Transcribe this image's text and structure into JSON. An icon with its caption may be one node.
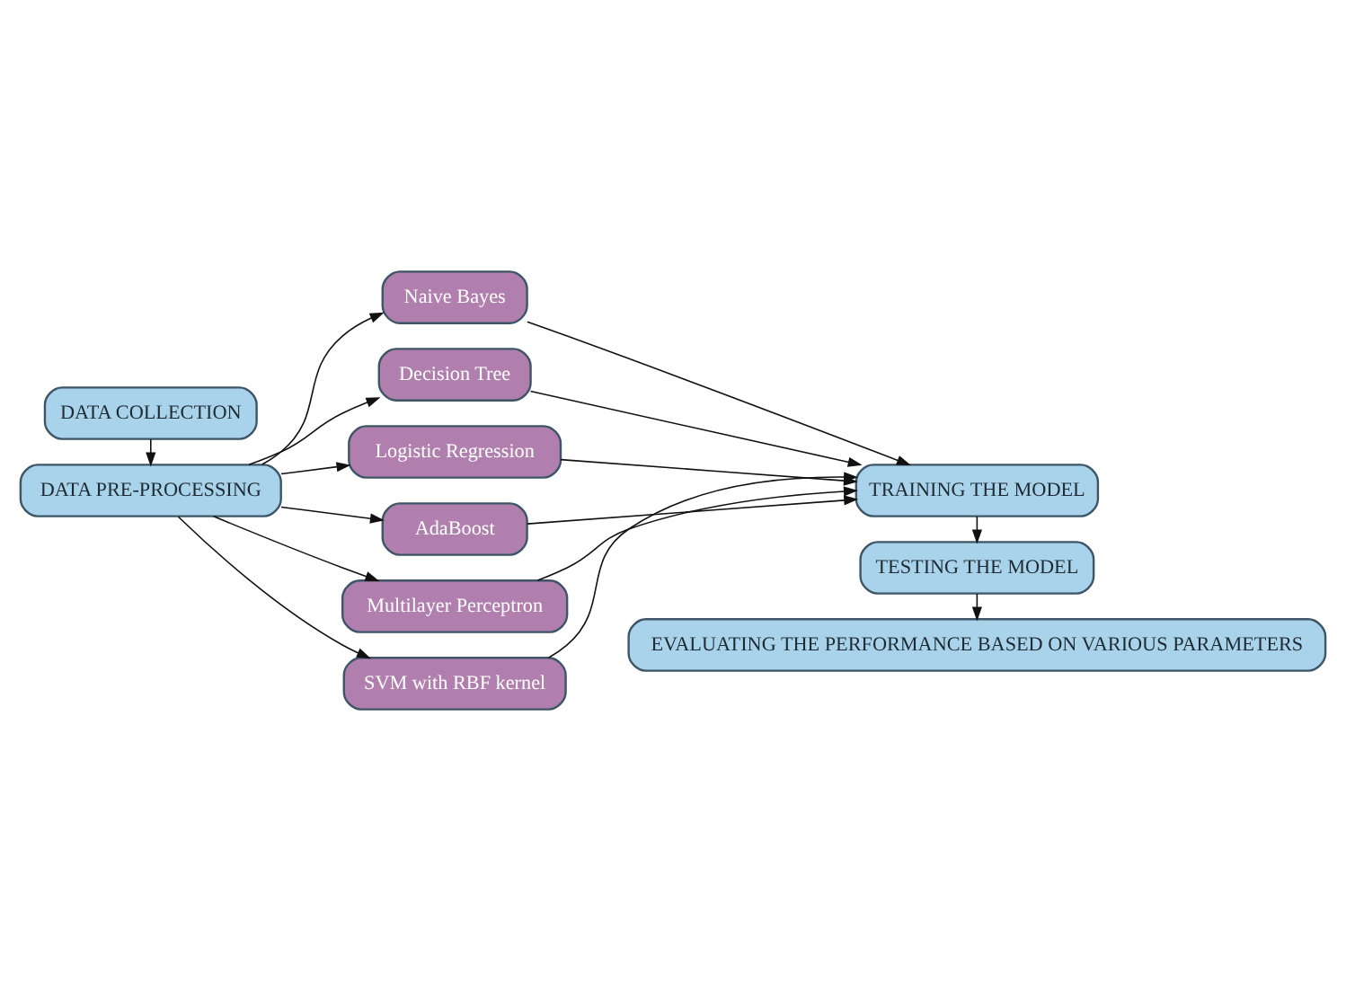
{
  "diagram": {
    "nodes": [
      {
        "text": [
          "DATA COLLECTION"
        ]
      },
      {
        "text": [
          "DATA PRE-PROCESSING"
        ]
      },
      {
        "text": [
          "Naive Bayes"
        ]
      },
      {
        "text": [
          "Decision Tree"
        ]
      },
      {
        "text": [
          "Logistic Regression"
        ]
      },
      {
        "text": [
          "AdaBoost"
        ]
      },
      {
        "text": [
          "Multilayer Perceptron"
        ]
      },
      {
        "text": [
          "SVM with RBF kernel"
        ]
      },
      {
        "text": [
          "TRAINING THE MODEL"
        ]
      },
      {
        "text": [
          "TESTING THE MODEL"
        ]
      },
      {
        "text": [
          "EVALUATING THE PERFORMANCE BASED ON VARIOUS PARAMETERS"
        ]
      }
    ],
    "edges": [
      {
        "from": 0,
        "to": 1,
        "arrow": "to"
      },
      {
        "from": 1,
        "to": 2,
        "arrow": "to"
      },
      {
        "from": 1,
        "to": 3,
        "arrow": "to"
      },
      {
        "from": 1,
        "to": 4,
        "arrow": "to"
      },
      {
        "from": 1,
        "to": 5,
        "arrow": "to"
      },
      {
        "from": 1,
        "to": 6,
        "arrow": "to"
      },
      {
        "from": 1,
        "to": 7,
        "arrow": "to"
      },
      {
        "from": 2,
        "to": 8,
        "arrow": "to"
      },
      {
        "from": 3,
        "to": 8,
        "arrow": "to"
      },
      {
        "from": 4,
        "to": 8,
        "arrow": "to"
      },
      {
        "from": 5,
        "to": 8,
        "arrow": "to"
      },
      {
        "from": 6,
        "to": 8,
        "arrow": "to"
      },
      {
        "from": 7,
        "to": 8,
        "arrow": "to"
      },
      {
        "from": 8,
        "to": 9,
        "arrow": "to"
      },
      {
        "from": 9,
        "to": 10,
        "arrow": "to"
      }
    ]
  }
}
